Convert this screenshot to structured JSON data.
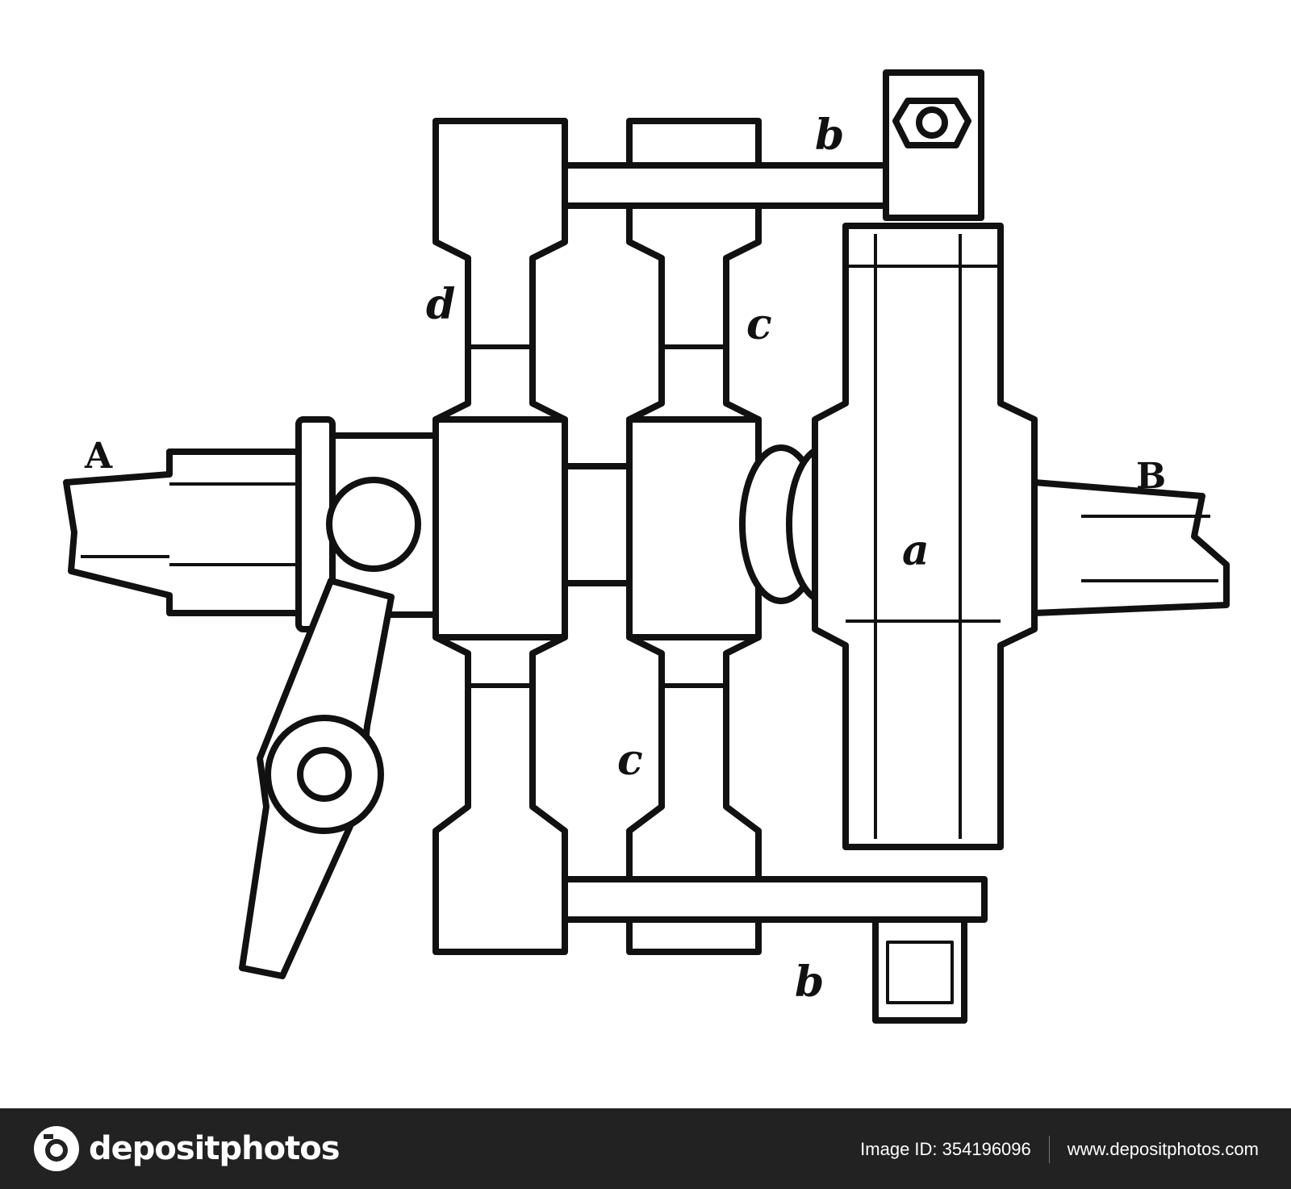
{
  "labels": {
    "A": "A",
    "B": "B",
    "a": "a",
    "b_top": "b",
    "b_bottom": "b",
    "c_upper": "c",
    "c_lower": "c",
    "d": "d"
  },
  "footer": {
    "brand": "depositphotos",
    "image_id": "Image ID: 354196096",
    "url": "www.depositphotos.com"
  },
  "colors": {
    "ink": "#111111",
    "footer_bg": "#222222",
    "footer_text": "#ffffff"
  }
}
